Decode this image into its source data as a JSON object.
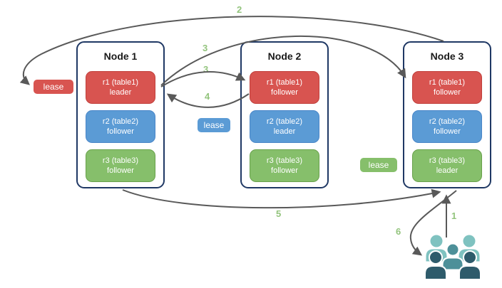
{
  "palette": {
    "red_fill": "#d85450",
    "red_border": "#c0403c",
    "blue_fill": "#5b9bd5",
    "blue_border": "#4a86c8",
    "green_fill": "#86bf6b",
    "green_border": "#68a14b",
    "node_border": "#1f3864",
    "arrow": "#595959",
    "step_label": "#93c47d",
    "users_light": "#7fc2c0",
    "users_medium": "#4d9099",
    "users_dark": "#2e5b6b"
  },
  "nodes": [
    {
      "title": "Node 1",
      "replicas": [
        {
          "name": "r1 (table1)",
          "role": "leader",
          "color": "red"
        },
        {
          "name": "r2 (table2)",
          "role": "follower",
          "color": "blue"
        },
        {
          "name": "r3 (table3)",
          "role": "follower",
          "color": "green"
        }
      ]
    },
    {
      "title": "Node 2",
      "replicas": [
        {
          "name": "r1 (table1)",
          "role": "follower",
          "color": "red"
        },
        {
          "name": "r2 (table2)",
          "role": "leader",
          "color": "blue"
        },
        {
          "name": "r3 (table3)",
          "role": "follower",
          "color": "green"
        }
      ]
    },
    {
      "title": "Node 3",
      "replicas": [
        {
          "name": "r1 (table1)",
          "role": "follower",
          "color": "red"
        },
        {
          "name": "r2 (table2)",
          "role": "follower",
          "color": "blue"
        },
        {
          "name": "r3 (table3)",
          "role": "leader",
          "color": "green"
        }
      ]
    }
  ],
  "leases": [
    {
      "label": "lease",
      "color": "red"
    },
    {
      "label": "lease",
      "color": "blue"
    },
    {
      "label": "lease",
      "color": "green"
    }
  ],
  "step_labels": [
    {
      "step": "1"
    },
    {
      "step": "2"
    },
    {
      "step": "3"
    },
    {
      "step": "3"
    },
    {
      "step": "4"
    },
    {
      "step": "5"
    },
    {
      "step": "6"
    }
  ],
  "icons": {
    "clients": "users-group-icon"
  }
}
